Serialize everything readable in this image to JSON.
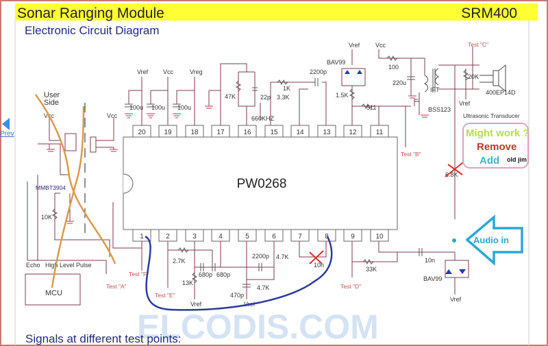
{
  "header": {
    "title": "Sonar Ranging Module",
    "model": "SRM400",
    "subtitle": "Electronic Circuit Diagram"
  },
  "nav": {
    "prev_label": "Prev"
  },
  "chip": {
    "name": "PW0268",
    "top_pins": [
      "20",
      "19",
      "18",
      "17",
      "16",
      "15",
      "14",
      "13",
      "12",
      "11"
    ],
    "bottom_pins": [
      "1",
      "2",
      "3",
      "4",
      "5",
      "6",
      "7",
      "8",
      "9",
      "10"
    ]
  },
  "labels": {
    "vref1": "Vref",
    "vcc1": "Vcc",
    "vreg": "Vreg",
    "cap100u": "100u",
    "r47k": "47K",
    "c22p": "22p",
    "osc": "660KHZ",
    "r1k": "1K",
    "r3k3": "3.3K",
    "c2200p_top": "2200p",
    "bav99_top": "BAV99",
    "vref_top": "Vref",
    "vcc_top": "Vcc",
    "r100": "100",
    "c220u": "220u",
    "ift": "IFT",
    "r20k": "20K",
    "transducer_model": "400EP14D",
    "vref_tr": "Vref",
    "bss123": "BSS123",
    "transducer": "Ultrasonic Transducer",
    "r1k5": "1.5K",
    "r511": "511",
    "r6k8": "6.8K",
    "user_side": "User Side",
    "vcc_left": "Vcc",
    "vcc_conn": "Vcc",
    "mmbt3904": "MMBT3904",
    "r10k": "10K",
    "echo": "Echo",
    "pulse": "High Level Pulse",
    "mcu": "MCU",
    "r2k7": "2.7K",
    "r13k": "13K",
    "c680p": "680p",
    "c2200p_bot": "2200p",
    "r4k7": "4.7K",
    "c470p": "470p",
    "vref_bot": "Vref",
    "c10n": "10n",
    "r33k": "33K",
    "bav99_bot": "BAV99",
    "vref_bav": "Vref"
  },
  "test_points": {
    "a": "Test \"A\"",
    "b": "Test \"B\"",
    "c": "Test \"C\"",
    "d": "Test \"D\"",
    "e": "Test \"E\"",
    "f": "Test \"F\""
  },
  "annotations": {
    "might_work": "Might work ?",
    "remove": "Remove",
    "add": "Add",
    "author": "old jim",
    "audio_in": "Audio in"
  },
  "watermark": "ELCODIS.COM",
  "footer": {
    "signals_heading": "Signals at different test points:"
  },
  "colors": {
    "header_bg": "#ffff33",
    "title_navy": "#1f2a80",
    "test_red": "#c0504d",
    "might_green": "#b5e04a",
    "remove_red": "#c0392b",
    "add_teal": "#3cb6c8",
    "audio_arrow": "#2aa7d6"
  }
}
